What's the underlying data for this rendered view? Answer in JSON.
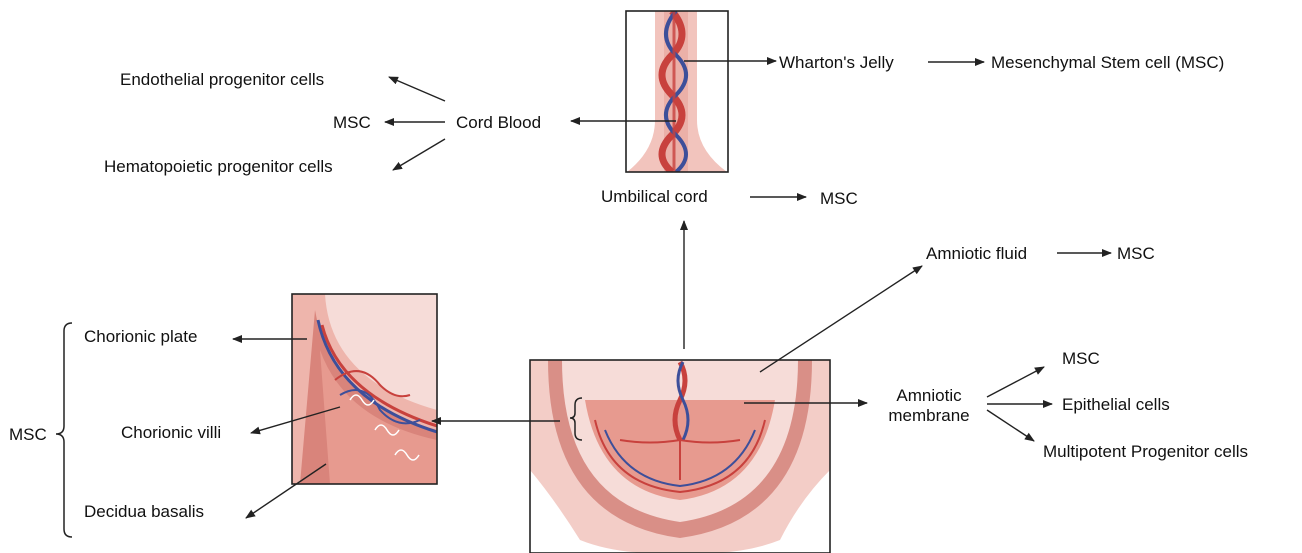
{
  "labels": {
    "endothelial": "Endothelial progenitor cells",
    "msc_cord_blood": "MSC",
    "hematopoietic": "Hematopoietic progenitor cells",
    "cord_blood": "Cord Blood",
    "whartons_jelly": "Wharton's Jelly",
    "mesenchymal_stem_cell": "Mesenchymal Stem cell (MSC)",
    "umbilical_cord": "Umbilical cord",
    "msc_umbilical": "MSC",
    "amniotic_fluid": "Amniotic fluid",
    "msc_amniotic_fluid": "MSC",
    "amniotic_membrane_line1": "Amniotic",
    "amniotic_membrane_line2": "membrane",
    "msc_membrane": "MSC",
    "epithelial": "Epithelial cells",
    "multipotent": "Multipotent Progenitor cells",
    "msc_placenta": "MSC",
    "chorionic_plate": "Chorionic plate",
    "chorionic_villi": "Chorionic villi",
    "decidua_basalis": "Decidua basalis"
  },
  "colors": {
    "tissue_light": "#f6dcd8",
    "tissue_mid": "#eeb5ac",
    "tissue_dark": "#d9847b",
    "cord_pink": "#f2c4bd",
    "vessel_red": "#c8413d",
    "vessel_blue": "#3d4f9a",
    "stroke": "#222222"
  }
}
